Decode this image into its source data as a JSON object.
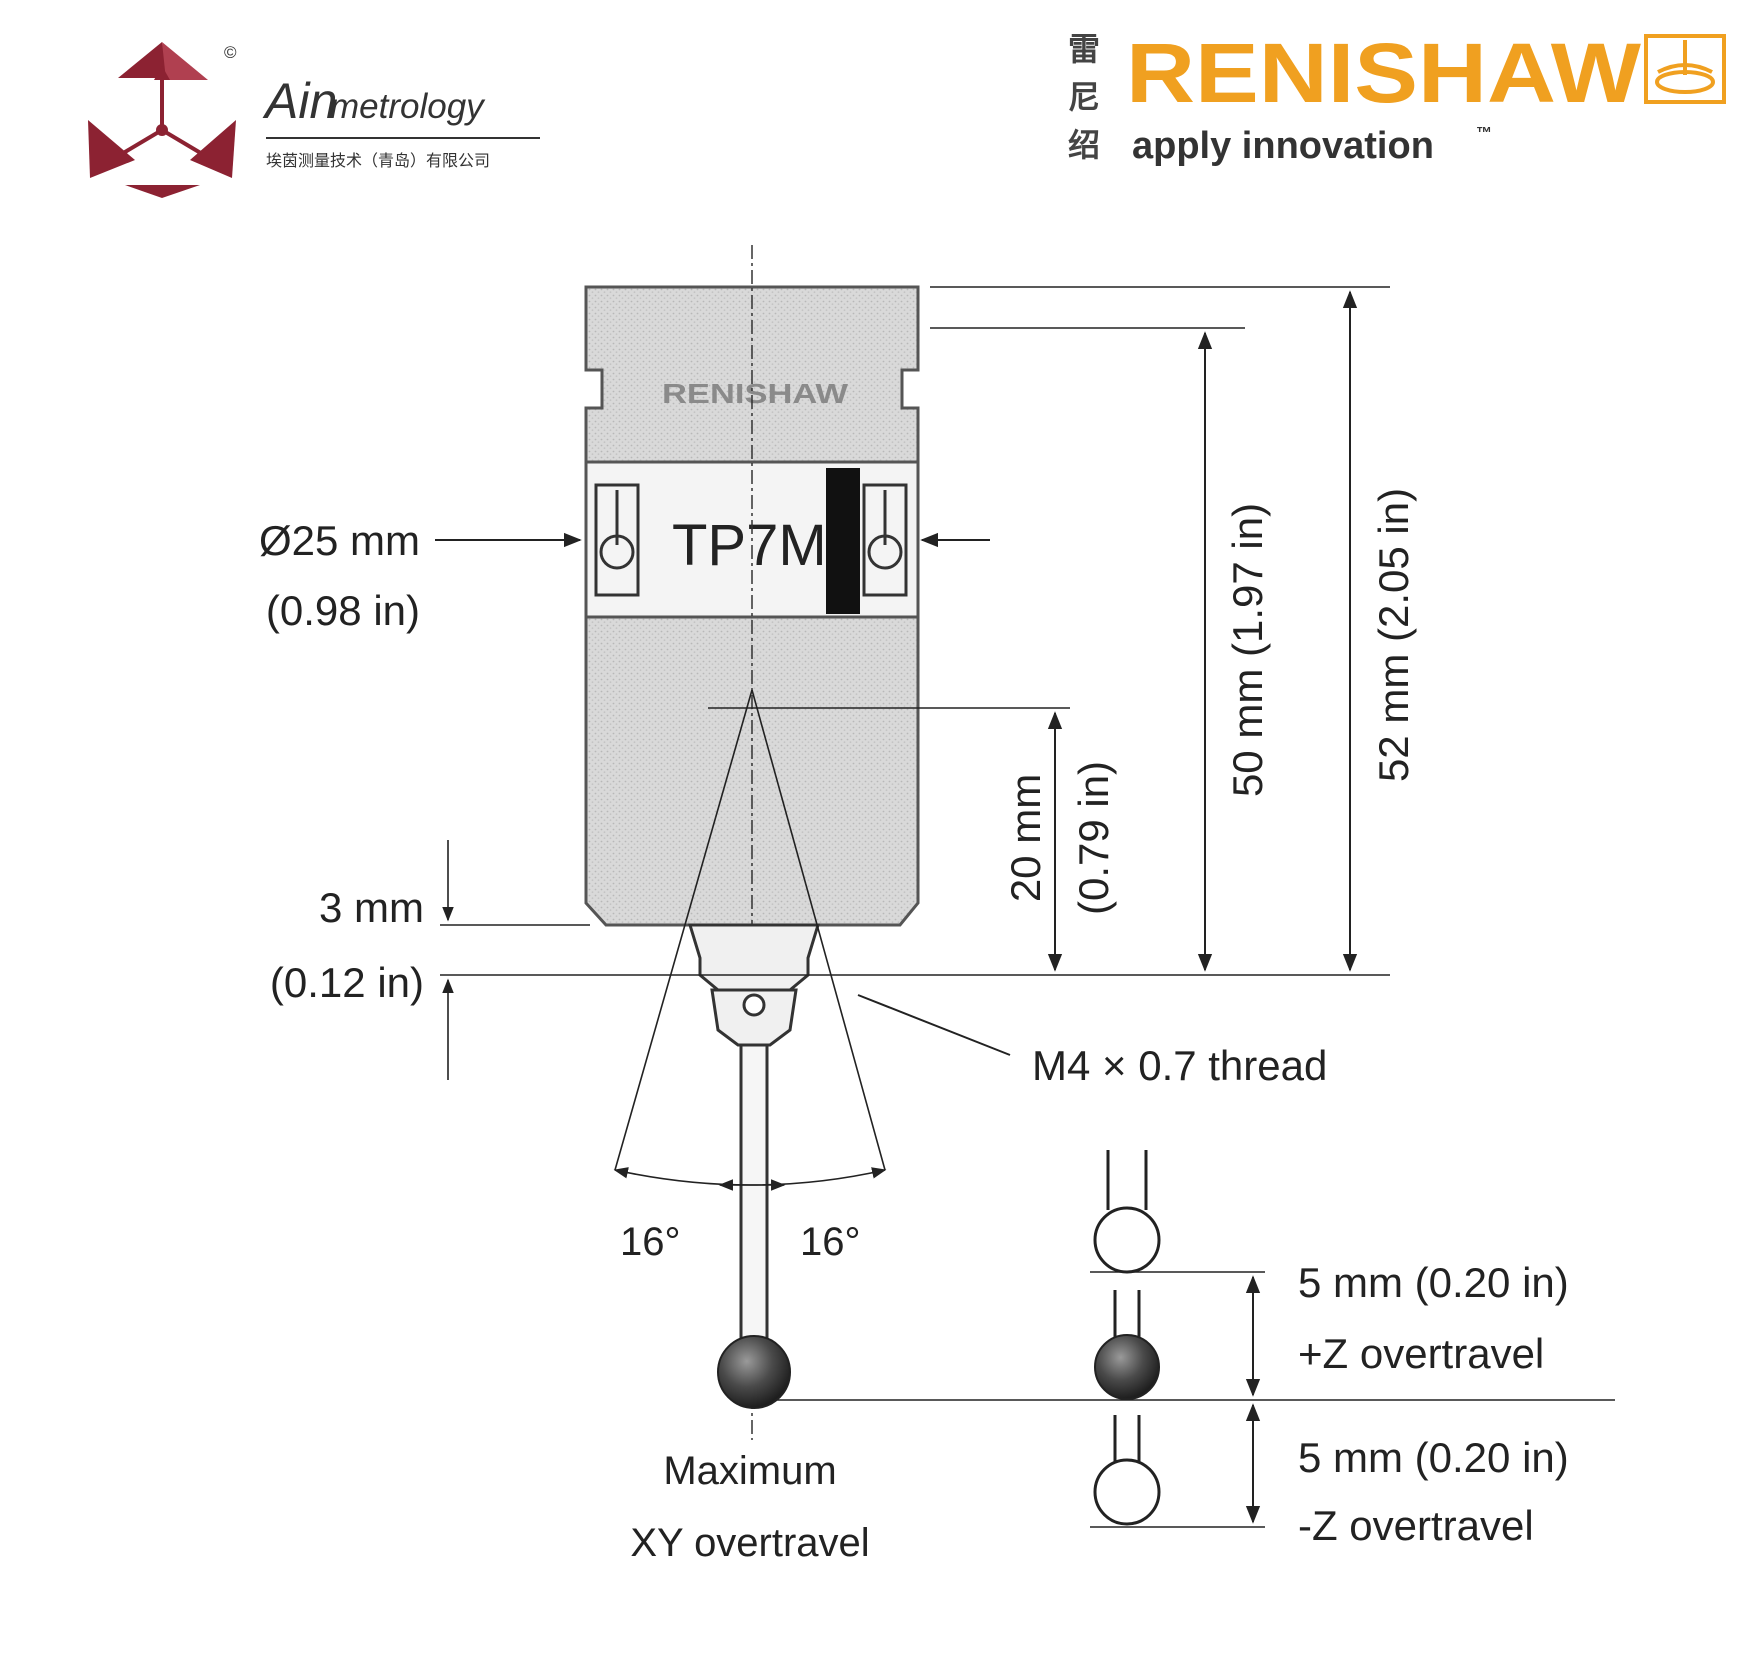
{
  "header": {
    "left_logo": {
      "copyright_mark": "©",
      "brand_prefix": "Ain",
      "brand_suffix": "metrology",
      "company_cn": "埃茵测量技术（青岛）有限公司",
      "color": "#8c2232"
    },
    "right_logo": {
      "cn_chars": [
        "雷",
        "尼",
        "绍"
      ],
      "brand": "RENISHAW",
      "tagline": "apply innovation",
      "tm": "™",
      "color": "#f0a020"
    }
  },
  "probe": {
    "model_label": "TP7M",
    "engraved_brand": "RENISHAW"
  },
  "dimensions": {
    "diameter": {
      "mm": "Ø25 mm",
      "in": "(0.98 in)"
    },
    "height_50": "50 mm (1.97 in)",
    "height_52": "52 mm (2.05 in)",
    "pivot_20": {
      "mm": "20 mm",
      "in": "(0.79 in)"
    },
    "collar_3": {
      "mm": "3 mm",
      "in": "(0.12 in)"
    },
    "thread": "M4 × 0.7 thread",
    "angle_left": "16°",
    "angle_right": "16°",
    "xy_overtravel": [
      "Maximum",
      "XY overtravel"
    ],
    "plus_z": {
      "amount": "5 mm (0.20 in)",
      "label": "+Z overtravel"
    },
    "minus_z": {
      "amount": "5 mm (0.20 in)",
      "label": "-Z overtravel"
    }
  }
}
